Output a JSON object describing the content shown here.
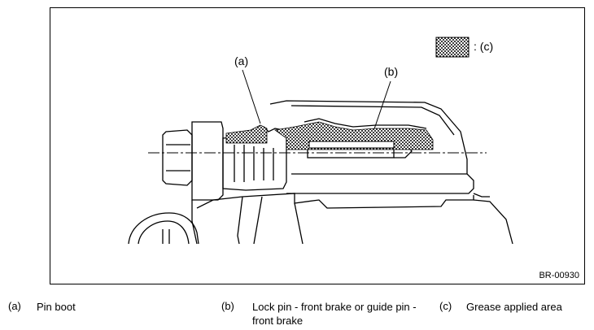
{
  "diagram": {
    "callouts": {
      "a": "(a)",
      "b": "(b)"
    },
    "grease_key_label": ": (c)",
    "figure_ref": "BR-00930"
  },
  "legend": [
    {
      "key": "(a)",
      "text": "Pin boot"
    },
    {
      "key": "(b)",
      "text": "Lock pin - front brake or guide pin - front brake"
    },
    {
      "key": "(c)",
      "text": "Grease applied area"
    }
  ]
}
